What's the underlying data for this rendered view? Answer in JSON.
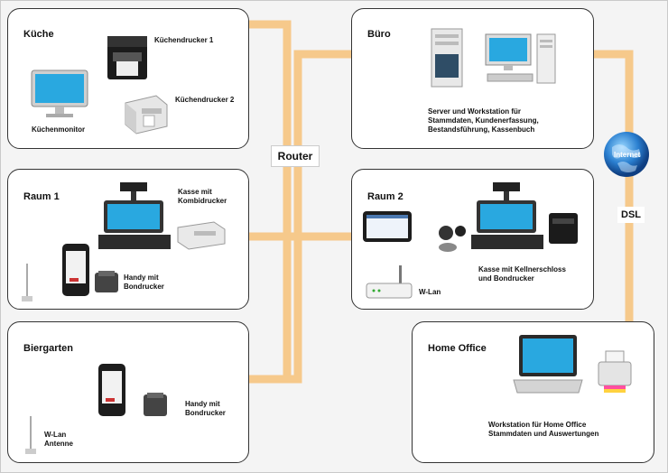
{
  "network": {
    "router_label": "Router",
    "dsl_label": "DSL",
    "internet_label": "Internet"
  },
  "colors": {
    "cable": "#f6c98b",
    "box_border": "#333333",
    "screen": "#29a8e0"
  },
  "kueche": {
    "title": "Küche",
    "printer1": "Küchendrucker 1",
    "printer2": "Küchendrucker 2",
    "monitor": "Küchenmonitor"
  },
  "buero": {
    "title": "Büro",
    "desc": [
      "Server und  Workstation für",
      "Stammdaten, Kundenerfassung,",
      "Bestandsführung, Kassenbuch"
    ]
  },
  "raum1": {
    "title": "Raum 1",
    "pos": [
      "Kasse mit",
      "Kombidrucker"
    ],
    "handy": [
      "Handy mit",
      "Bondrucker"
    ]
  },
  "raum2": {
    "title": "Raum 2",
    "pos": [
      "Kasse mit Kellnerschloss",
      "und Bondrucker"
    ],
    "wlan": "W-Lan"
  },
  "biergarten": {
    "title": "Biergarten",
    "handy": [
      "Handy mit",
      "Bondrucker"
    ],
    "antenna": [
      "W-Lan",
      "Antenne"
    ]
  },
  "homeoffice": {
    "title": "Home Office",
    "desc": [
      "Workstation für Home Office",
      "Stammdaten und Auswertungen"
    ]
  }
}
